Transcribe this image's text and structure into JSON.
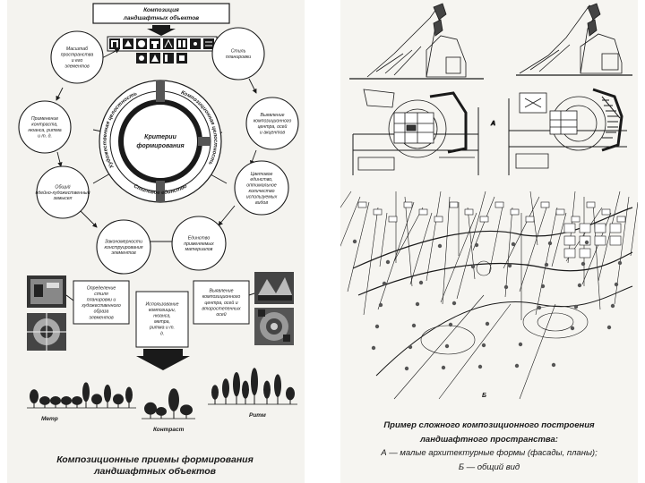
{
  "left_page": {
    "top_box": "Композиция ландшафтных объектов",
    "center_title": "Критерии формирования",
    "ring": {
      "left": "Художественная целостность",
      "right": "Композиционная целостность",
      "bottom": "Стилевое единство"
    },
    "nodes": [
      {
        "id": "node-scale",
        "text": "Масштаб пространства и его элементов"
      },
      {
        "id": "node-style",
        "text": "Стиль планировки"
      },
      {
        "id": "node-contrast",
        "text": "Применение контраста, нюанса, ритма и т. д."
      },
      {
        "id": "node-centers",
        "text": "Выявление композиционного центра, осей и акцентов"
      },
      {
        "id": "node-idea",
        "text": "Общий идейно-художественный замысел"
      },
      {
        "id": "node-color",
        "text": "Цветовое единство, оптимальное количество используемых видов"
      },
      {
        "id": "node-patterns",
        "text": "Закономерности конструирования элементов"
      },
      {
        "id": "node-materials",
        "text": "Единство применяемых материалов"
      }
    ],
    "lower_boxes": [
      {
        "id": "box-definition",
        "text": "Определение стиля планировки и художественного образа элементов"
      },
      {
        "id": "box-use",
        "text": "Использование композиции, нюанса, метра, ритма и т. д."
      },
      {
        "id": "box-reveal",
        "text": "Выявление композиционного центра, осей и второстепенных осей"
      }
    ],
    "tree_labels": {
      "metr": "Метр",
      "contrast": "Контраст",
      "ritm": "Ритм"
    },
    "caption": "Композиционные приемы формирования ландшафтных объектов"
  },
  "right_page": {
    "label_a": "А",
    "label_b": "Б",
    "caption_lines": [
      "Пример сложного композиционного построения",
      "ландшафтного пространства:",
      "А — малые архитектурные формы (фасады, планы);",
      "Б — общий вид"
    ]
  }
}
